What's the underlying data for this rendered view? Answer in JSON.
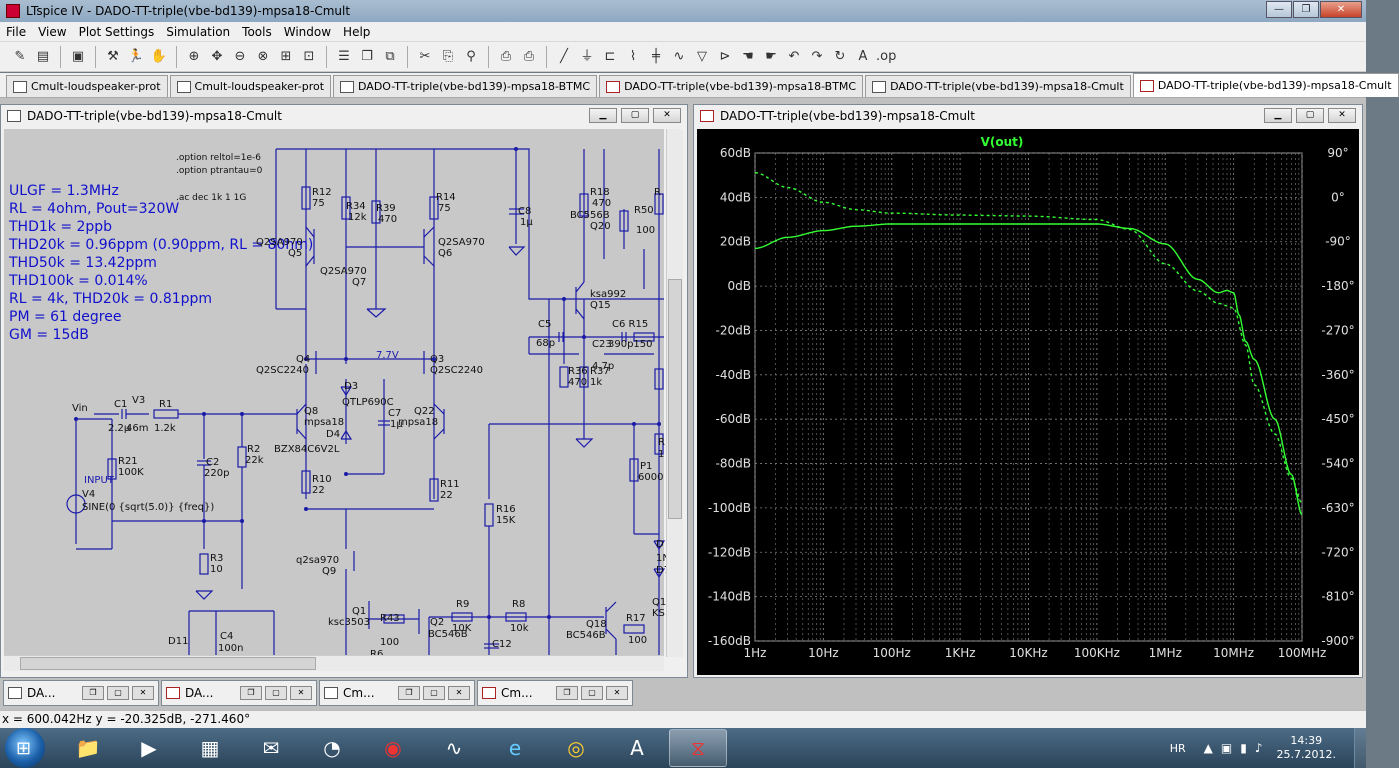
{
  "app": {
    "title": "LTspice IV - DADO-TT-triple(vbe-bd139)-mpsa18-Cmult",
    "window_controls": {
      "minimize": "—",
      "maximize": "❐",
      "close": "✕"
    }
  },
  "menu": [
    "File",
    "View",
    "Plot Settings",
    "Simulation",
    "Tools",
    "Window",
    "Help"
  ],
  "toolbar_icons": [
    "open-schematic-icon",
    "new-schematic-icon",
    "save-icon",
    "settings-hammer-icon",
    "run-icon",
    "halt-hand-icon",
    "zoom-in-icon",
    "zoom-pan-icon",
    "zoom-out-icon",
    "zoom-fit-icon",
    "autorange-icon",
    "tile-horizontal-icon",
    "cascade-icon",
    "close-all-icon",
    "cut-icon",
    "copy-icon",
    "find-icon",
    "print-icon",
    "print-preview-icon",
    "wire-icon",
    "ground-icon",
    "label-net-icon",
    "resistor-icon",
    "capacitor-icon",
    "inductor-icon",
    "diode-icon",
    "component-icon",
    "move-icon",
    "drag-icon",
    "undo-icon",
    "redo-icon",
    "text-icon",
    "spice-directive-icon"
  ],
  "tabs": [
    {
      "label": "Cmult-loudspeaker-prot",
      "kind": "schematic"
    },
    {
      "label": "Cmult-loudspeaker-prot",
      "kind": "schematic"
    },
    {
      "label": "DADO-TT-triple(vbe-bd139)-mpsa18-BTMC",
      "kind": "schematic"
    },
    {
      "label": "DADO-TT-triple(vbe-bd139)-mpsa18-BTMC",
      "kind": "waveform"
    },
    {
      "label": "DADO-TT-triple(vbe-bd139)-mpsa18-Cmult",
      "kind": "schematic"
    },
    {
      "label": "DADO-TT-triple(vbe-bd139)-mpsa18-Cmult",
      "kind": "waveform"
    }
  ],
  "schematic": {
    "title": "DADO-TT-triple(vbe-bd139)-mpsa18-Cmult",
    "directives": [
      ".option reltol=1e-6",
      ".option ptrantau=0",
      ".ac dec 1k 1 1G"
    ],
    "info": [
      "ULGF = 1.3MHz",
      "RL = 4ohm, Pout=320W",
      "THD1k = 2ppb",
      "THD20k = 0.96ppm (0.90ppm, RL = 80hm)",
      "THD50k = 13.42ppm",
      "THD100k = 0.014%",
      "RL = 4k, THD20k = 0.81ppm",
      "PM = 61 degree",
      "GM = 15dB"
    ],
    "labels": {
      "R12": "R12",
      "R12v": "75",
      "R34": "R34",
      "R34v": "12k",
      "R39": "R39",
      "R39v": "470",
      "R14": "R14",
      "R14v": "75",
      "C8": "C8",
      "C8v": "1µ",
      "R18": "R18",
      "R18v": "470",
      "bc556b": "BC556B",
      "Q20": "Q20",
      "R50": "R50",
      "R50v": "100",
      "R5x": "R",
      "Q2SA970a": "Q2SA970",
      "Q5": "Q5",
      "Q2SA970b": "Q2SA970",
      "Q6": "Q6",
      "Q2SA970c": "Q2SA970",
      "Q7": "Q7",
      "ksa992": "ksa992",
      "Q15": "Q15",
      "C5": "C5",
      "C5v": "68p",
      "C6R15": "C6 R15",
      "C6v": "390p150",
      "C23": "C23",
      "C23v": "4.7p",
      "Q4": "Q4",
      "Q2SC2240a": "Q2SC2240",
      "nv": "7.7V",
      "Q3": "Q3",
      "Q2SC2240b": "Q2SC2240",
      "R36": "R36",
      "R36v": "470",
      "R37": "R37",
      "R37v": "1k",
      "D3": "D3",
      "QTLP": "QTLP690C",
      "C7": "C7",
      "C7v": "1µ",
      "Q8": "Q8",
      "mpsa18a": "mpsa18",
      "Q22": "Q22",
      "mpsa18b": "mpsa18",
      "D4": "D4",
      "BZX": "BZX84C6V2L",
      "Vin": "Vin",
      "C1": "C1",
      "C1v": "2.2µ",
      "V3": "V3",
      "V3v": "46m",
      "R1": "R1",
      "R1v": "1.2k",
      "R21": "R21",
      "R21v": "100K",
      "INPUT": "INPUT",
      "V4": "V4",
      "sine": "SINE(0 {sqrt(5.0)} {freq})",
      "C2": "C2",
      "C2v": "220p",
      "R2": "R2",
      "R2v": "22k",
      "R10": "R10",
      "R10v": "22",
      "R11": "R11",
      "R11v": "22",
      "R16": "R16",
      "R16v": "15K",
      "P1": "P1",
      "P1v": "6000",
      "R3": "R3",
      "R3v": "10",
      "q2sa970d": "q2sa970",
      "Q9": "Q9",
      "Q1": "Q1",
      "ksc3503": "ksc3503",
      "R43": "R43",
      "R43v": "100",
      "Q2": "Q2",
      "BC546Ba": "BC546B",
      "R9": "R9",
      "R9v": "10K",
      "R8": "R8",
      "R8v": "10k",
      "Q18": "Q18",
      "BC546Bb": "BC546B",
      "R17": "R17",
      "R17v": "100",
      "Q1x": "Q1",
      "KS": "KS",
      "D11": "D11",
      "C4": "C4",
      "C4v": "100n",
      "C12": "C12",
      "R6": "R6",
      "Dx": "D",
      "Dy": "1N",
      "Dz": "D7",
      "Rx1": "R",
      "Rx2": "1"
    }
  },
  "plot": {
    "title": "DADO-TT-triple(vbe-bd139)-mpsa18-Cmult",
    "trace_label": "V(out)",
    "trace_color": "#33ff33",
    "grid_color": "#808080",
    "left_ticks": [
      "60dB",
      "40dB",
      "20dB",
      "0dB",
      "-20dB",
      "-40dB",
      "-60dB",
      "-80dB",
      "-100dB",
      "-120dB",
      "-140dB",
      "-160dB"
    ],
    "right_ticks": [
      "90°",
      "0°",
      "-90°",
      "-180°",
      "-270°",
      "-360°",
      "-450°",
      "-540°",
      "-630°",
      "-720°",
      "-810°",
      "-900°"
    ],
    "x_ticks": [
      "1Hz",
      "10Hz",
      "100Hz",
      "1KHz",
      "10KHz",
      "100KHz",
      "1MHz",
      "10MHz",
      "100MHz"
    ]
  },
  "chart_data": {
    "type": "line",
    "title": "V(out)",
    "xlabel": "",
    "ylabel": "",
    "x_scale": "log",
    "xlim": [
      1,
      100000000
    ],
    "ylim": [
      -160,
      60
    ],
    "y2lim": [
      -900,
      90
    ],
    "grid": true,
    "series": [
      {
        "name": "V(out)",
        "axis": "left",
        "style": "solid",
        "x": [
          1,
          3,
          10,
          30,
          100,
          1000,
          10000,
          100000,
          300000,
          1000000,
          3000000,
          6000000,
          8000000,
          10000000,
          12000000,
          15000000,
          20000000,
          40000000,
          70000000,
          100000000
        ],
        "y": [
          17,
          22,
          25,
          27,
          28,
          28,
          28,
          28,
          26,
          19,
          3,
          -3,
          -2,
          -3,
          -13,
          -25,
          -33,
          -60,
          -85,
          -103
        ]
      },
      {
        "name": "",
        "axis": "right",
        "style": "dashed",
        "x": [
          1,
          3,
          10,
          30,
          100,
          1000,
          10000,
          100000,
          300000,
          1000000,
          3000000,
          6000000,
          8000000,
          10000000,
          15000000,
          20000000,
          40000000,
          70000000,
          100000000
        ],
        "y": [
          50,
          20,
          -10,
          -25,
          -32,
          -36,
          -38,
          -45,
          -65,
          -135,
          -190,
          -215,
          -220,
          -225,
          -300,
          -380,
          -480,
          -570,
          -620
        ]
      }
    ]
  },
  "minimized": [
    {
      "label": "DA...",
      "kind": "schematic"
    },
    {
      "label": "DA...",
      "kind": "waveform"
    },
    {
      "label": "Cm...",
      "kind": "schematic"
    },
    {
      "label": "Cm...",
      "kind": "waveform"
    }
  ],
  "status": "x = 600.042Hz   y = -20.325dB, -271.460°",
  "taskbar": {
    "apps": [
      "explorer-icon",
      "media-player-icon",
      "office-icon",
      "mail-icon",
      "sound-mixer-icon",
      "burn-disc-icon",
      "oscilloscope-icon",
      "internet-explorer-icon",
      "chrome-icon",
      "text-editor-icon",
      "ltspice-icon"
    ],
    "lang": "HR",
    "time": "14:39",
    "date": "25.7.2012."
  }
}
